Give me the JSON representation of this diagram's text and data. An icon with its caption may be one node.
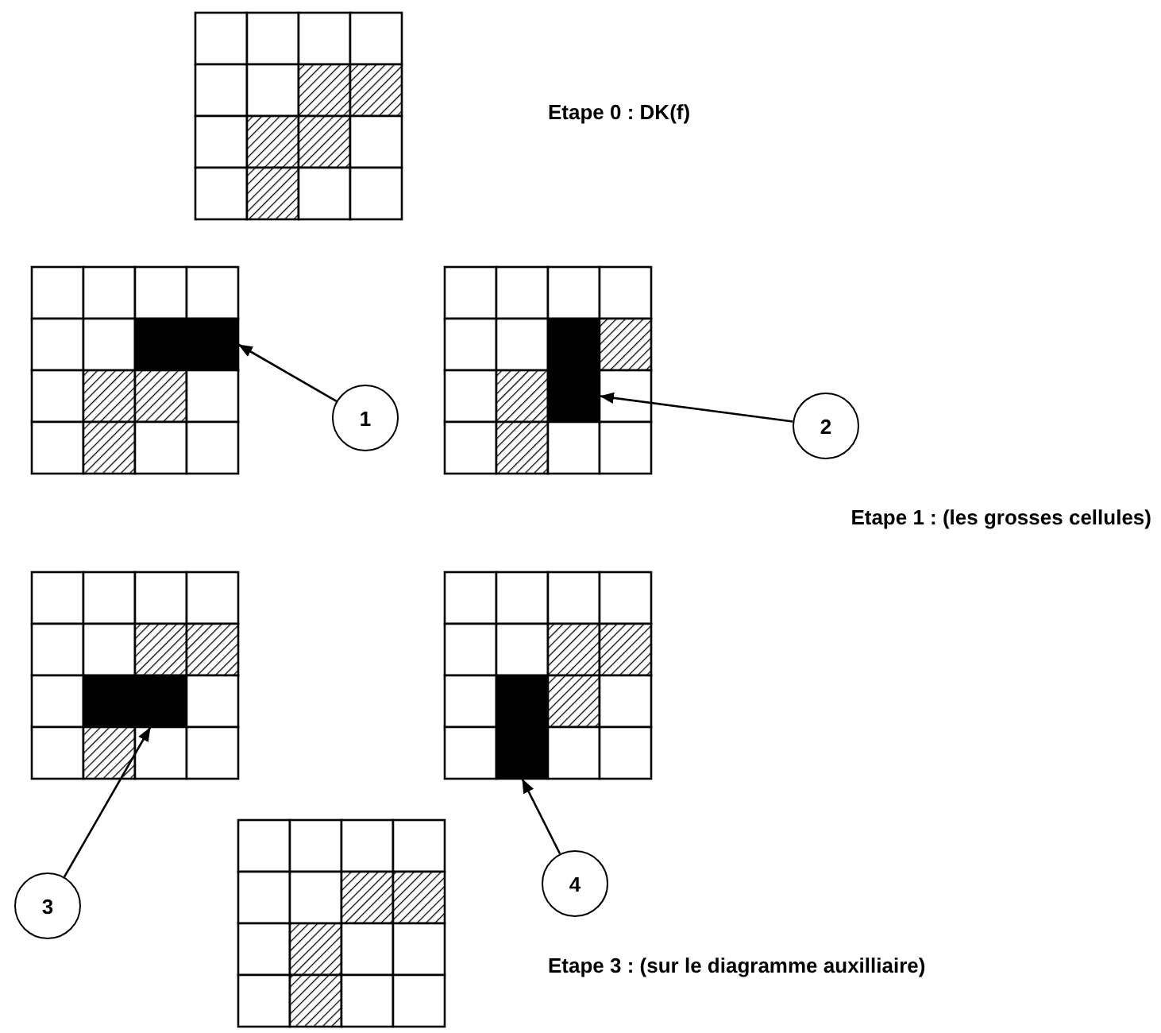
{
  "diagram": {
    "nodes": [
      {
        "text": [],
        "shape": "bar"
      },
      {
        "text": [],
        "shape": "bar"
      },
      {
        "text": [
          "1"
        ]
      },
      {
        "text": [
          "2"
        ]
      },
      {
        "text": [],
        "shape": "bar"
      },
      {
        "text": [],
        "shape": "bar"
      },
      {
        "text": [
          "3"
        ]
      },
      {
        "text": [
          "4"
        ]
      }
    ],
    "edges": [
      {
        "from": 2,
        "to": 0,
        "arrow": "to"
      },
      {
        "from": 3,
        "to": 1,
        "arrow": "to"
      },
      {
        "from": 6,
        "to": 4,
        "arrow": "to"
      },
      {
        "from": 7,
        "to": 5,
        "arrow": "to"
      }
    ],
    "labels": [
      "Etape 0 : DK(f)",
      "Etape 1 : (les grosses cellules)",
      "Etape 3 : (sur le diagramme auxilliaire)"
    ]
  }
}
